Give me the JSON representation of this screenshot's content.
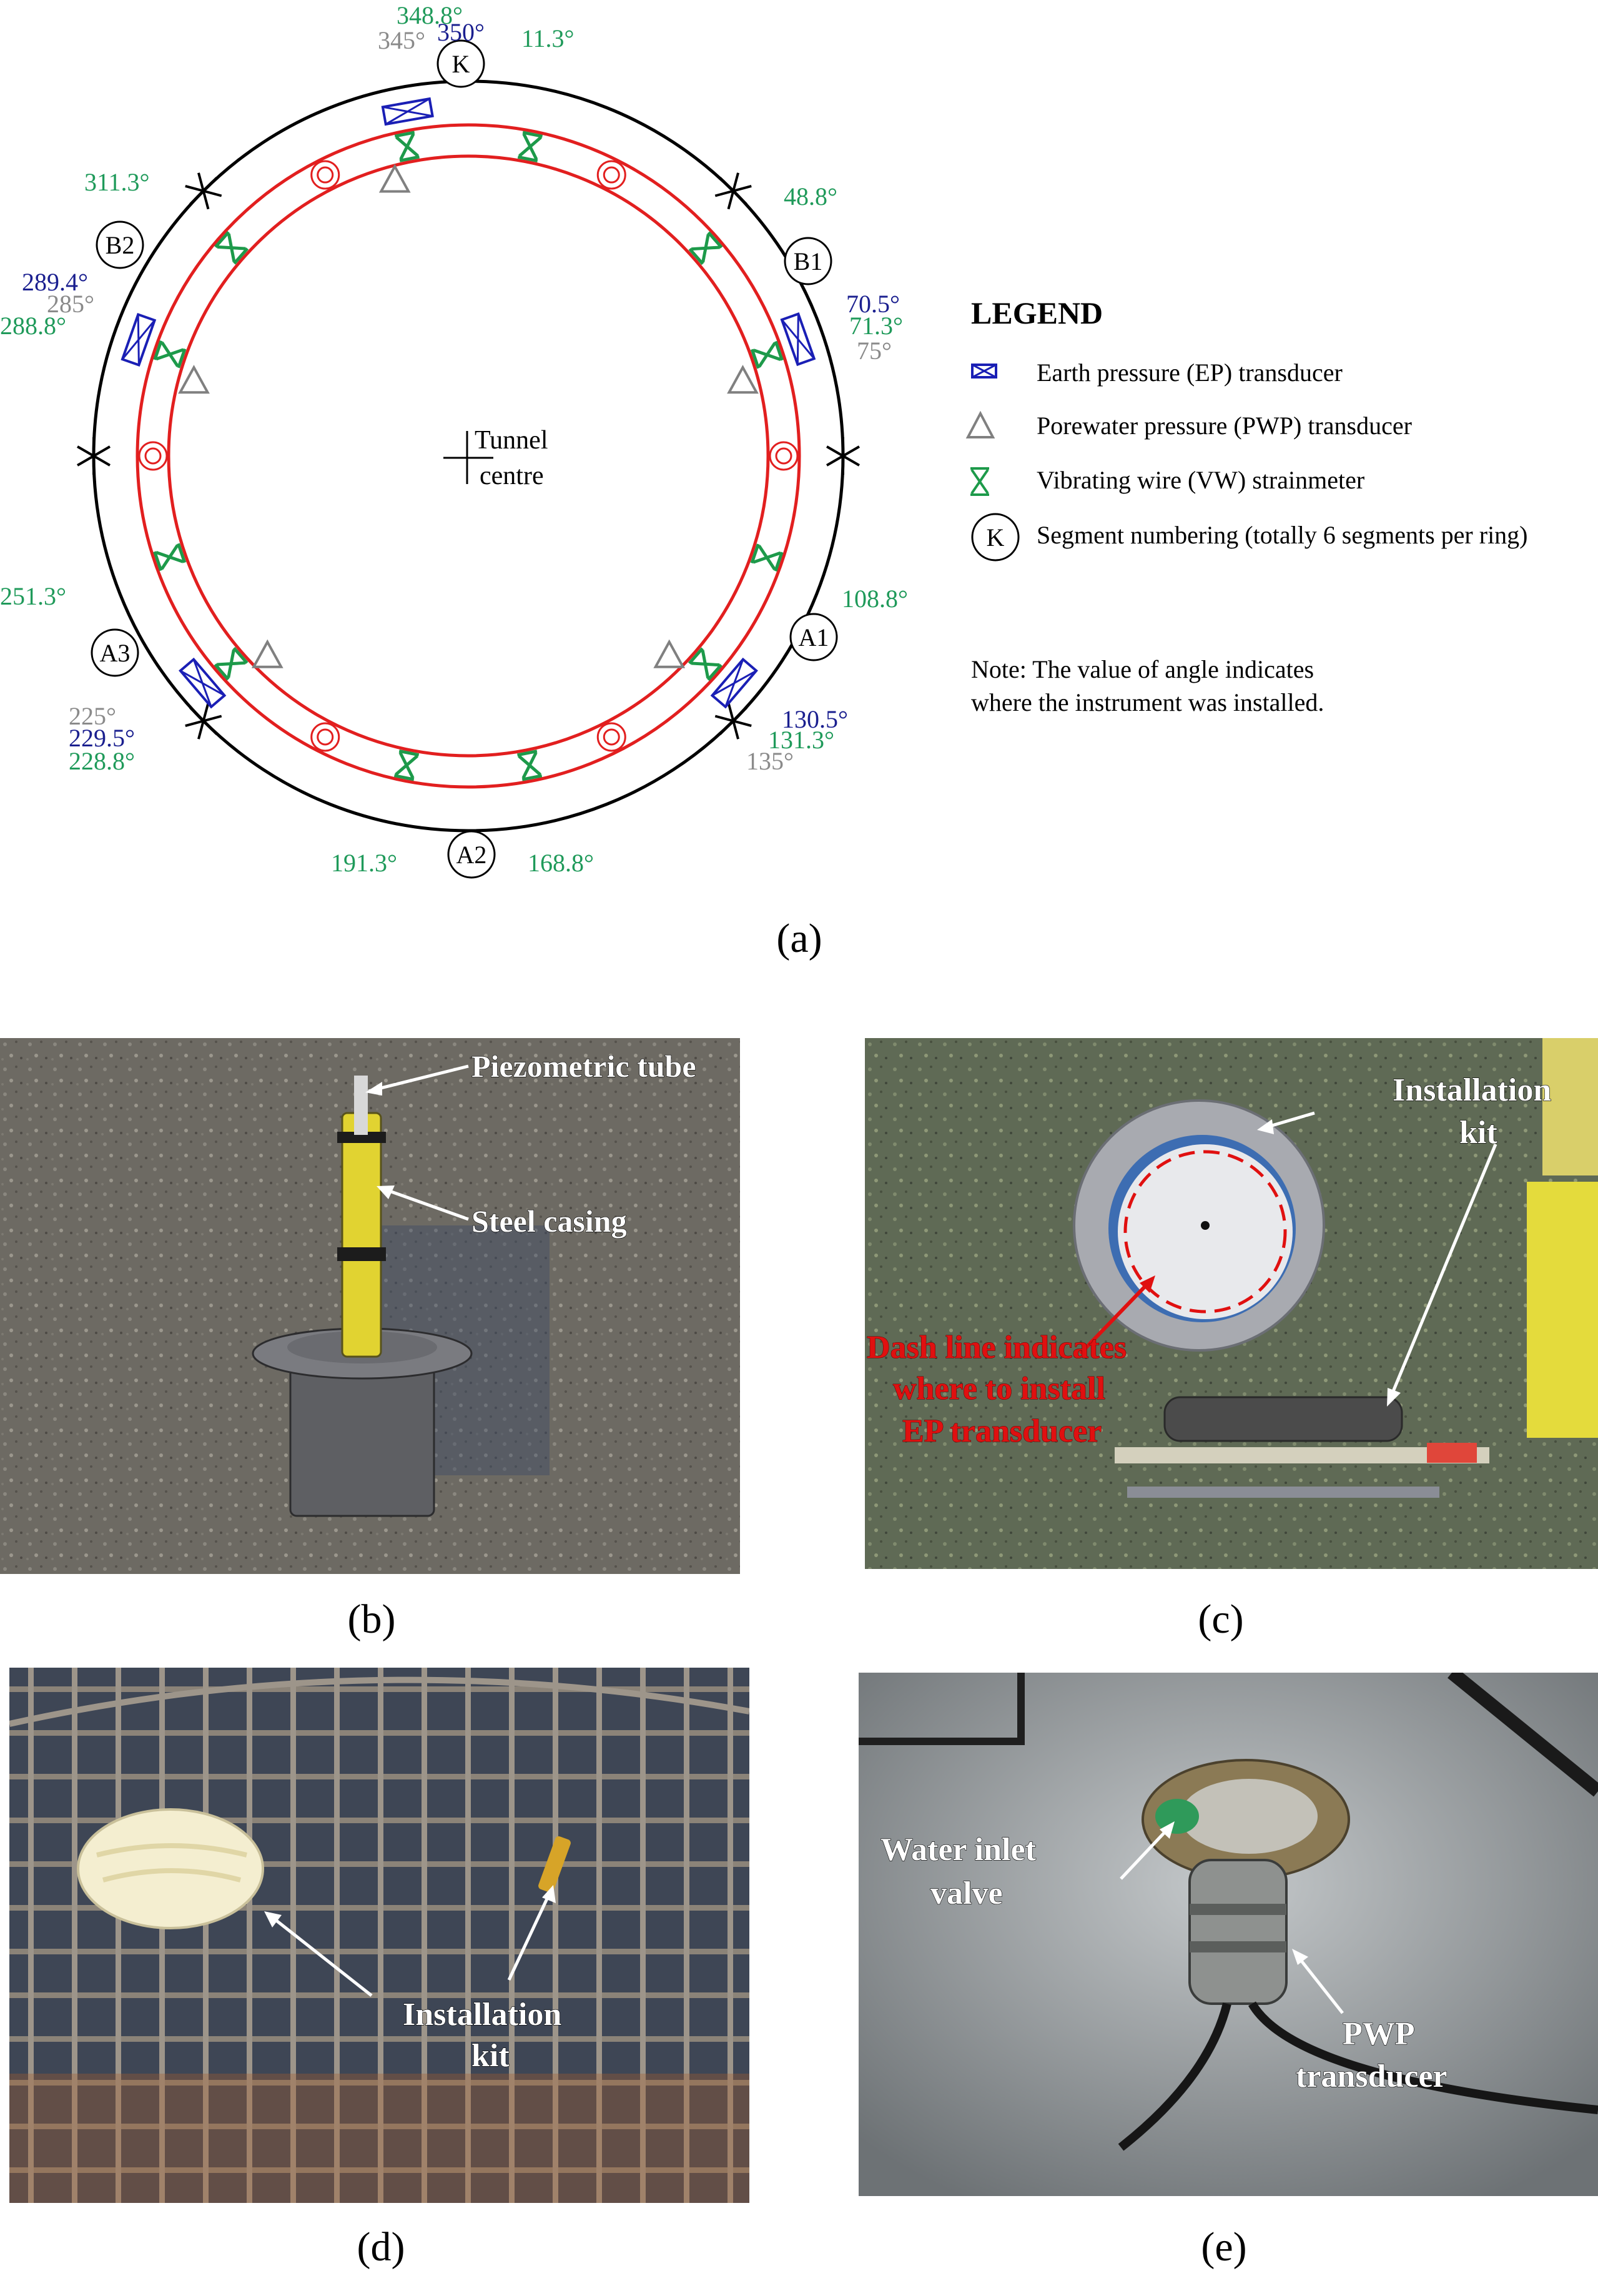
{
  "colors": {
    "ring_outer": "#000000",
    "ring_lining": "#e21f1f",
    "ep": "#1a1fb5",
    "pwp": "#808080",
    "vw": "#1d9a4a",
    "angle_vw": "#1f9a5a",
    "angle_ep": "#1a1f8f",
    "angle_pwp": "#8a8a8a"
  },
  "diagram": {
    "centre_label": [
      "Tunnel",
      "centre"
    ],
    "segments": [
      "K",
      "B1",
      "A1",
      "A2",
      "A3",
      "B2"
    ],
    "angles_vw": [
      "348.8°",
      "11.3°",
      "48.8°",
      "71.3°",
      "108.8°",
      "131.3°",
      "168.8°",
      "191.3°",
      "228.8°",
      "251.3°",
      "288.8°",
      "311.3°"
    ],
    "angles_ep": [
      "350°",
      "70.5°",
      "130.5°",
      "229.5°",
      "289.4°"
    ],
    "angles_pwp": [
      "345°",
      "75°",
      "135°",
      "225°",
      "285°"
    ]
  },
  "legend": {
    "title": "LEGEND",
    "ep_label": "Earth pressure (EP) transducer",
    "pwp_label": "Porewater pressure (PWP) transducer",
    "vw_label": "Vibrating wire (VW) strainmeter",
    "seg_symbol": "K",
    "seg_label": "Segment numbering (totally 6 segments per ring)",
    "note_line1": "Note: The value of angle indicates",
    "note_line2": "where the instrument was installed."
  },
  "photos": {
    "b": {
      "label1": "Piezometric tube",
      "label2": "Steel casing"
    },
    "c": {
      "label1": "Installation",
      "label2": "kit",
      "red1": "Dash line indicates",
      "red2": "where to install",
      "red3": "EP transducer"
    },
    "d": {
      "label1": "Installation",
      "label2": "kit"
    },
    "e": {
      "label1": "Water inlet",
      "label2": "valve",
      "label3": "PWP",
      "label4": "transducer"
    }
  },
  "captions": {
    "a": "(a)",
    "b": "(b)",
    "c": "(c)",
    "d": "(d)",
    "e": "(e)"
  }
}
